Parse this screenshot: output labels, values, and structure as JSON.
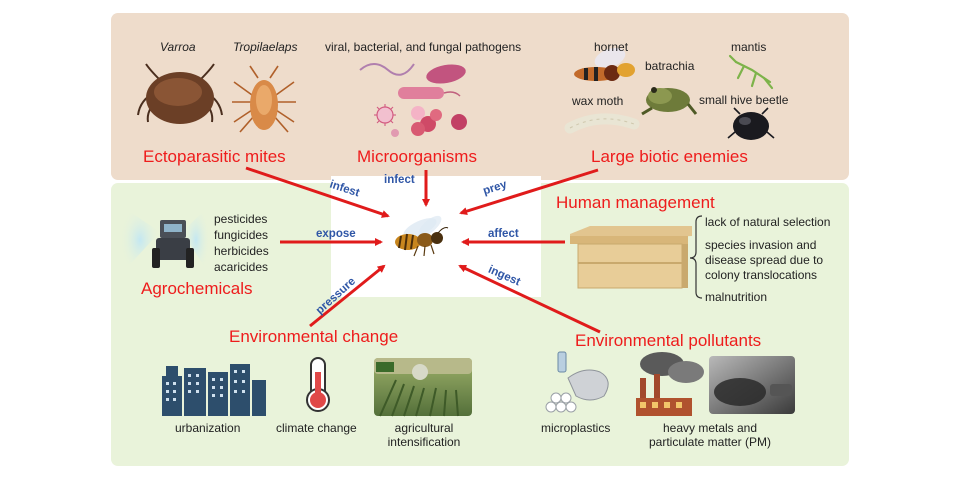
{
  "biotic_panel": {
    "varroa": "Varroa",
    "tropilaelaps": "Tropilaelaps",
    "pathogens": "viral, bacterial, and fungal pathogens",
    "hornet": "hornet",
    "batrachia": "batrachia",
    "mantis": "mantis",
    "wax_moth": "wax moth",
    "small_hive_beetle": "small hive beetle",
    "cat_mites": "Ectoparasitic mites",
    "cat_micro": "Microorganisms",
    "cat_enemies": "Large biotic enemies"
  },
  "verbs": {
    "infest": "infest",
    "infect": "infect",
    "prey": "prey",
    "expose": "expose",
    "affect": "affect",
    "ingest": "ingest",
    "pressure": "pressure"
  },
  "agro": {
    "items": [
      "pesticides",
      "fungicides",
      "herbicides",
      "acaricides"
    ],
    "title": "Agrochemicals"
  },
  "human": {
    "title": "Human management",
    "items": [
      "lack of natural selection",
      "species invasion and",
      "disease spread due to",
      "colony translocations",
      "malnutrition"
    ]
  },
  "env_change": {
    "title": "Environmental change",
    "urbanization": "urbanization",
    "climate": "climate change",
    "agri_1": "agricultural",
    "agri_2": "intensification"
  },
  "pollutants": {
    "title": "Environmental pollutants",
    "microplastics": "microplastics",
    "metals_1": "heavy metals and",
    "metals_2": "particulate matter (PM)"
  },
  "colors": {
    "biotic_bg": "#eedccb",
    "abiotic_bg": "#e9f3da",
    "category_red": "#ee1c1c",
    "verb_blue": "#2f56a6",
    "arrow_red": "#e01b1b"
  }
}
